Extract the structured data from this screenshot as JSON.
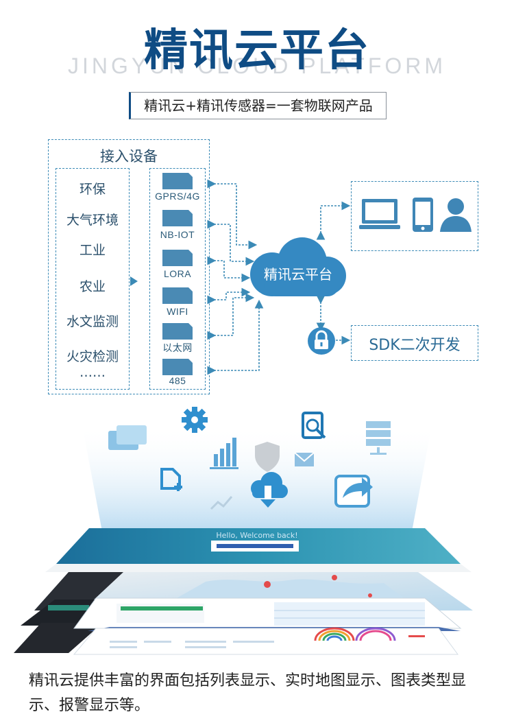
{
  "header": {
    "title": "精讯云平台",
    "subtitle": "JINGYUN CLOUD PLATFORM",
    "tagline": "精讯云+精讯传感器=一套物联网产品"
  },
  "access": {
    "title": "接入设备",
    "industries": [
      "环保",
      "大气环境",
      "工业",
      "农业",
      "水文监测",
      "火灾检测",
      "……"
    ],
    "devices": [
      "GPRS/4G",
      "NB-IOT",
      "LORA",
      "WIFI",
      "以太网",
      "485"
    ]
  },
  "cloud": {
    "label": "精讯云平台"
  },
  "clients": {
    "icons": [
      "desktop-icon",
      "phone-icon",
      "user-icon"
    ]
  },
  "sdk": {
    "label": "SDK二次开发"
  },
  "ui_layers": {
    "welcome_text": "Hello,  Welcome back!"
  },
  "footer": {
    "text": "精讯云提供丰富的界面包括列表显示、实时地图显示、图表类型显示、报警显示等。"
  },
  "colors": {
    "brand": "#0f4c84",
    "accent": "#3b8ab6",
    "icon_blue": "#2f8fce",
    "device": "#4a8ab4"
  }
}
